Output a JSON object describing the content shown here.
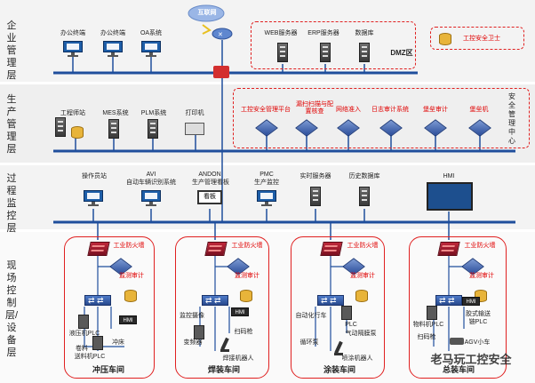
{
  "layers": {
    "enterprise": "企业管理层",
    "production": "生产管理层",
    "process": "过程监控层",
    "field": "现场控制层/设备层"
  },
  "enterprise": {
    "pc1": "办公终端",
    "pc2": "办公终端",
    "oa": "OA系统",
    "internet": "互联网",
    "web_server": "WEB服务器",
    "erp_server": "ERP服务器",
    "database": "数据库",
    "dmz": "DMZ区",
    "ics_guard": "工控安全卫士"
  },
  "production": {
    "engineer": "工程师站",
    "mes": "MES系统",
    "plm": "PLM系统",
    "printer": "打印机",
    "security_platform": "工控安全管理平台",
    "vuln_scan": "漏扫扫描与配置核查",
    "network_access": "网络准入",
    "log_audit": "日志审计系统",
    "bastion": "堡垒审计",
    "bastion_host": "堡垒机",
    "soc": "安全管理中心"
  },
  "process": {
    "operator": "操作员站",
    "avi_line1": "AVI",
    "avi_line2": "自动车辆识别系统",
    "andon_line1": "ANDON",
    "andon_line2": "生产管理看板",
    "andon_screen": "看板",
    "pmc_line1": "PMC",
    "pmc_line2": "生产监控",
    "realtime": "实时服务器",
    "history": "历史数据库",
    "hmi": "HMI"
  },
  "field": {
    "firewall": "工业防火墙",
    "monitor_audit": "监测审计",
    "hmi_tag": "HMI",
    "ws1": {
      "name": "冲压车间",
      "hydraulic": "液压机PLC",
      "feeder_line1": "卷料",
      "feeder_line2": "送料机PLC",
      "punch": "冲床"
    },
    "ws2": {
      "name": "焊装车间",
      "sensor": "监控摄像",
      "inverter": "变频器",
      "scanner": "扫码枪",
      "weld_robot": "焊接机器人"
    },
    "ws3": {
      "name": "涂装车间",
      "agv_line": "自动化行车",
      "plc": "PLC",
      "air_pump": "气动隔膜泵",
      "spray_robot": "喷涂机器人",
      "conveyor": "循环泵"
    },
    "ws4": {
      "name": "总装车间",
      "material_plc": "物料机PLC",
      "conveyor_plc_line1": "胶式输送",
      "conveyor_plc_line2": "链PLC",
      "scanner": "扫码枪",
      "agv": "AGV小车"
    }
  },
  "watermark": "老马玩工控安全",
  "colors": {
    "bus": "#1f4e9c",
    "band": "#efefef",
    "red": "#e00000"
  }
}
